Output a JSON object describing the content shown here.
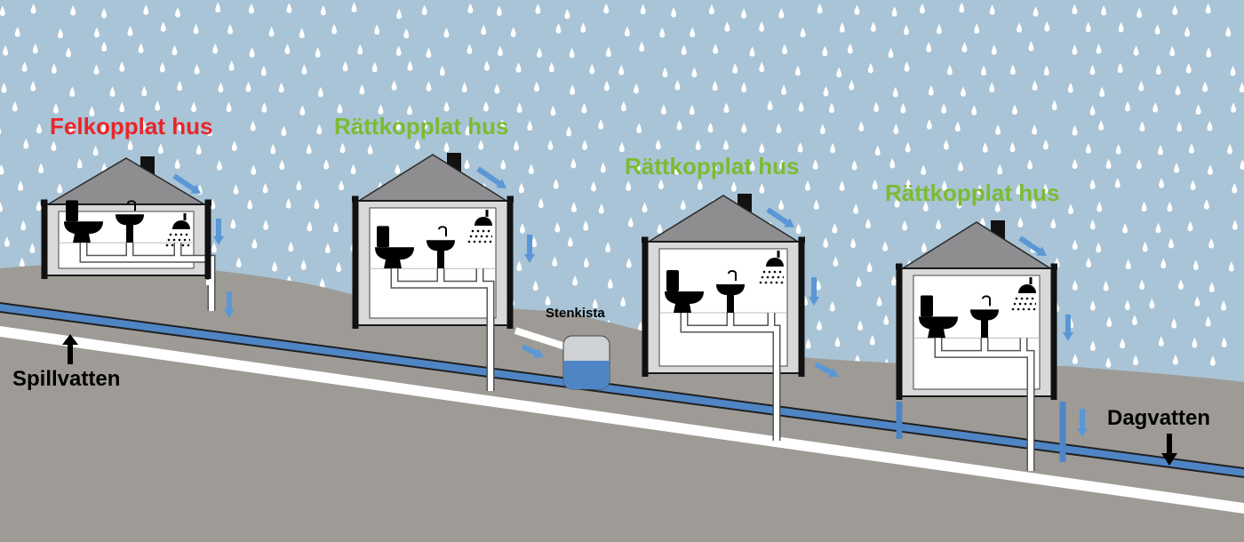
{
  "colors": {
    "sky": "#a9c4d6",
    "ground": "#9e9b96",
    "soil_dark": "#8e8b86",
    "storm_pipe": "#4f85c4",
    "sewer_pipe": "#ffffff",
    "wrong": "#e8262a",
    "right": "#7cbb33",
    "roof": "#8e8e90",
    "arrow": "#5a97d6"
  },
  "houses": [
    {
      "title": "Felkopplat hus",
      "status": "wrong"
    },
    {
      "title": "Rättkopplat hus",
      "status": "right"
    },
    {
      "title": "Rättkopplat hus",
      "status": "right"
    },
    {
      "title": "Rättkopplat hus",
      "status": "right"
    }
  ],
  "labels": {
    "spillvatten": "Spillvatten",
    "dagvatten": "Dagvatten",
    "stenkista": "Stenkista"
  },
  "icons": [
    "toilet-icon",
    "sink-icon",
    "shower-icon",
    "raindrop-icon",
    "flow-arrow-icon"
  ]
}
